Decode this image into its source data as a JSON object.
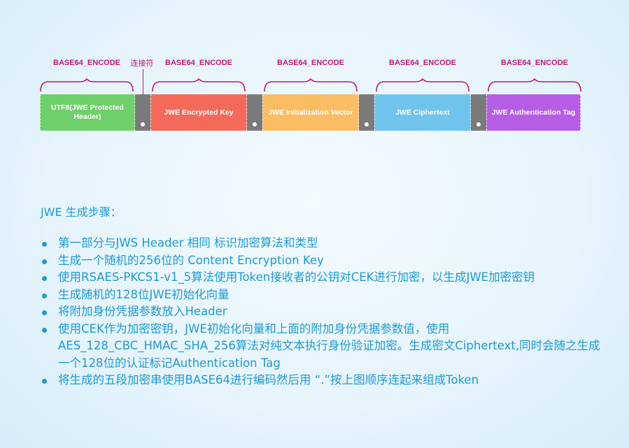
{
  "diagram": {
    "segments": [
      {
        "label": "UTF8(JWE Protected Header)",
        "color": "#6fcf6a"
      },
      {
        "label": "JWE Encrypted Key",
        "color": "#f36a5a"
      },
      {
        "label": "JWE Initialization Vector",
        "color": "#fbbd63"
      },
      {
        "label": "JWE Ciphertext",
        "color": "#6fc3ec"
      },
      {
        "label": "JWE Authentication Tag",
        "color": "#b65de6"
      }
    ],
    "encode_label": "BASE64_ENCODE",
    "dot_label": "连接符",
    "separator_color": "#7a7a7a",
    "accent_color": "#c2167a"
  },
  "steps_title": "JWE 生成步骤：",
  "steps": [
    "第一部分与JWS Header 相同 标识加密算法和类型",
    "生成一个随机的256位的 Content Encryption Key",
    "使用RSAES-PKCS1-v1_5算法使用Token接收者的公钥对CEK进行加密，以生成JWE加密密钥",
    "生成随机的128位JWE初始化向量",
    "将附加身份凭据参数放入Header",
    "使用CEK作为加密密钥，JWE初始化向量和上面的附加身份凭据参数值，使用AES_128_CBC_HMAC_SHA_256算法对纯文本执行身份验证加密。生成密文Ciphertext,同时会随之生成一个128位的认证标记Authentication Tag",
    "将生成的五段加密串使用BASE64进行编码然后用 “.”按上图顺序连起来组成Token"
  ],
  "text_color": "#1c9ad6"
}
